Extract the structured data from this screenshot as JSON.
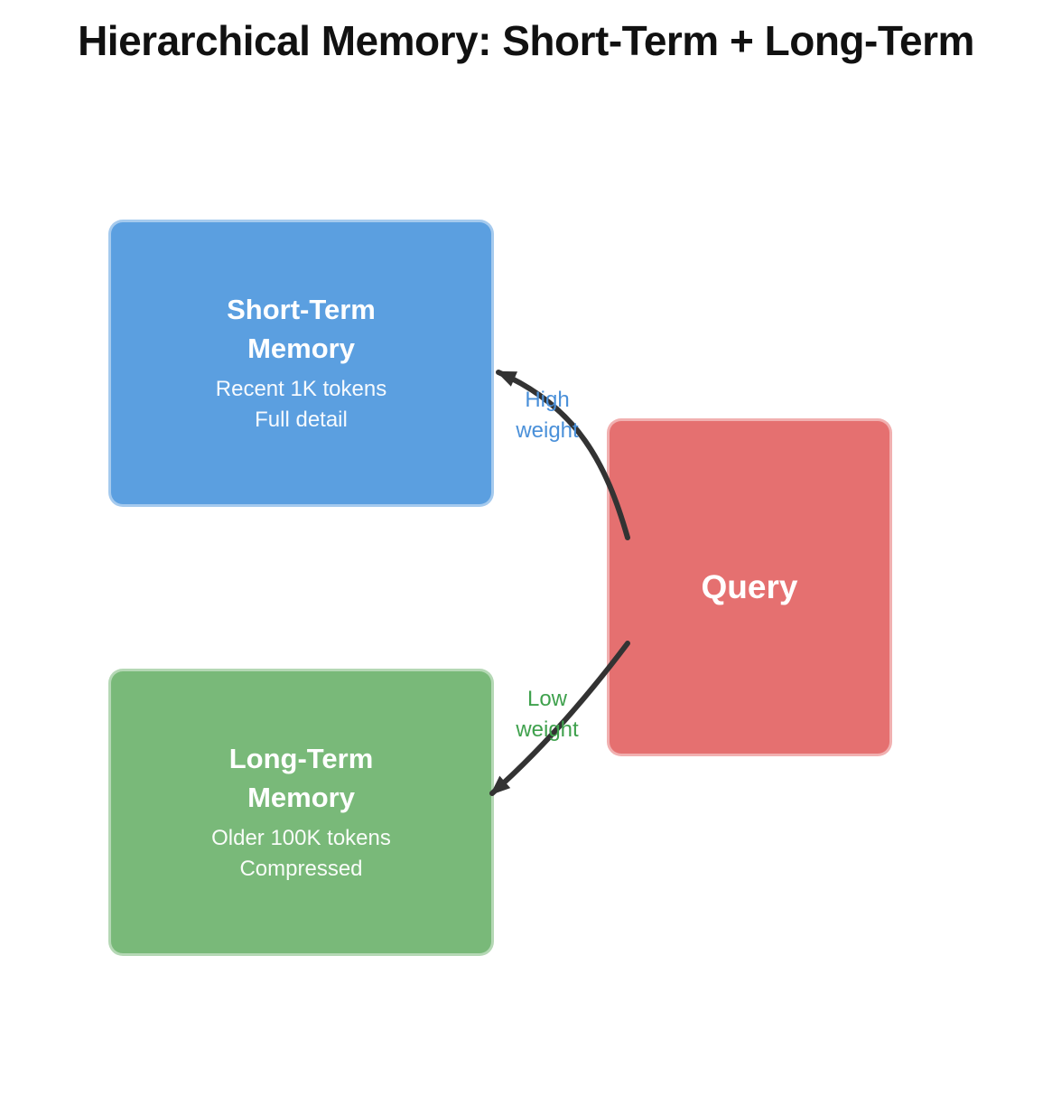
{
  "title": "Hierarchical Memory: Short-Term + Long-Term",
  "nodes": {
    "short_term": {
      "title_line1": "Short-Term",
      "title_line2": "Memory",
      "sub_line1": "Recent 1K tokens",
      "sub_line2": "Full detail"
    },
    "long_term": {
      "title_line1": "Long-Term",
      "title_line2": "Memory",
      "sub_line1": "Older 100K tokens",
      "sub_line2": "Compressed"
    },
    "query": {
      "label": "Query"
    }
  },
  "arrow_labels": {
    "high": {
      "line1": "High",
      "line2": "weight"
    },
    "low": {
      "line1": "Low",
      "line2": "weight"
    }
  },
  "colors": {
    "short_term_fill": "#5B9FE0",
    "long_term_fill": "#79B979",
    "query_fill": "#E57070",
    "arrow_color": "#333333",
    "high_label_color": "#4A90D9",
    "low_label_color": "#3FA14D"
  }
}
